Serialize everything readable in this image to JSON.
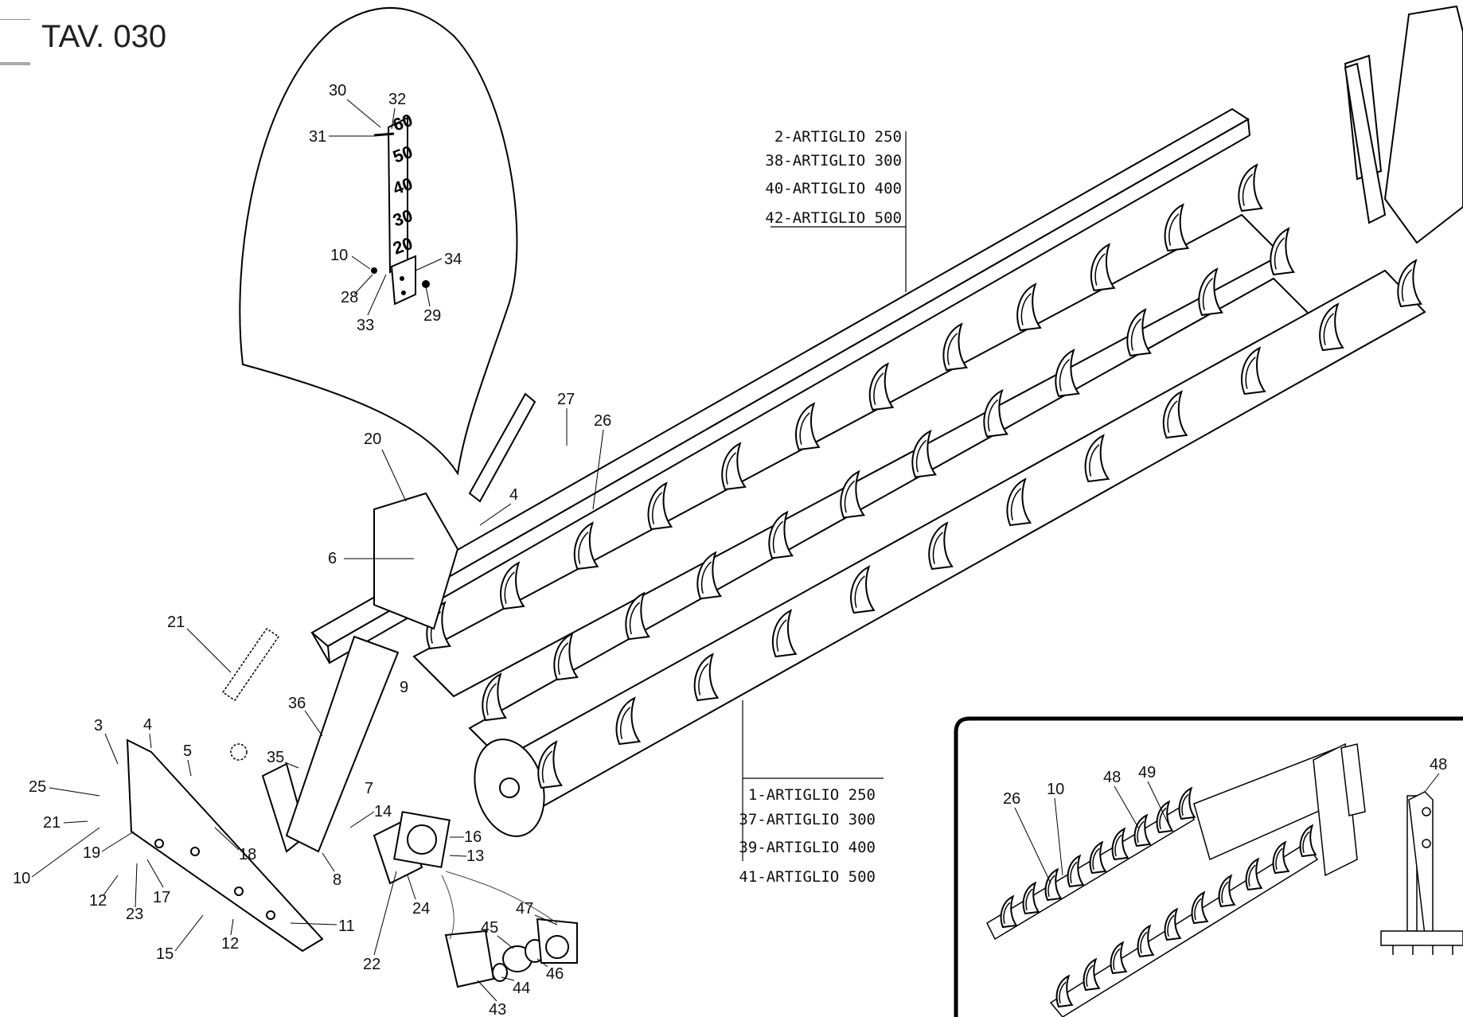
{
  "sheet": {
    "title": "TAV. 030"
  },
  "legend_top": [
    "2-ARTIGLIO 250",
    "38-ARTIGLIO 300",
    "40-ARTIGLIO 400",
    "42-ARTIGLIO 500"
  ],
  "legend_bottom": [
    "1-ARTIGLIO 250",
    "37-ARTIGLIO 300",
    "39-ARTIGLIO 400",
    "41-ARTIGLIO 500"
  ],
  "scale_marks": [
    "60",
    "50",
    "40",
    "30",
    "20"
  ],
  "callouts": {
    "c30": "30",
    "c32": "32",
    "c31": "31",
    "c10a": "10",
    "c34": "34",
    "c28": "28",
    "c29": "29",
    "c33": "33",
    "c27": "27",
    "c26": "26",
    "c20": "20",
    "c4a": "4",
    "c6": "6",
    "c21a": "21",
    "c36": "36",
    "c9": "9",
    "c3": "3",
    "c4b": "4",
    "c5": "5",
    "c35": "35",
    "c25": "25",
    "c21b": "21",
    "c19": "19",
    "c10b": "10",
    "c18": "18",
    "c7": "7",
    "c14": "14",
    "c16": "16",
    "c13": "13",
    "c8": "8",
    "c12a": "12",
    "c23": "23",
    "c17": "17",
    "c11": "11",
    "c15": "15",
    "c12b": "12",
    "c24": "24",
    "c22": "22",
    "c47": "47",
    "c45": "45",
    "c46": "46",
    "c44": "44",
    "c43": "43",
    "c26b": "26",
    "c10c": "10",
    "c48a": "48",
    "c49": "49",
    "c48b": "48"
  }
}
